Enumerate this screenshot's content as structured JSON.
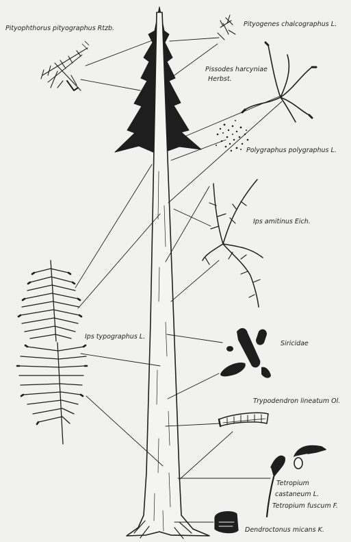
{
  "labels": {
    "pityophthorus": "Pityophthorus pityographus Rtzb.",
    "pityogenes": "Pityogenes chalcographus L.",
    "pissodes_line1": "Pissodes harcyniae",
    "pissodes_line2": "Herbst.",
    "polygraphus": "Polygraphus polygraphus L.",
    "ips_amitinus": "Ips amitinus Eich.",
    "ips_typographus": "Ips typographus L.",
    "siricidae": "Siricidae",
    "trypodendron": "Trypodendron lineatum Ol.",
    "tetropium_line1": "Tetropium",
    "tetropium_line2": "castaneum L.",
    "tetropium_fuscum": "Tetropium fuscum F.",
    "dendroctonus": "Dendroctonus micans K."
  },
  "colors": {
    "ink": "#1e1e1e",
    "paper": "#f1f1ef"
  }
}
